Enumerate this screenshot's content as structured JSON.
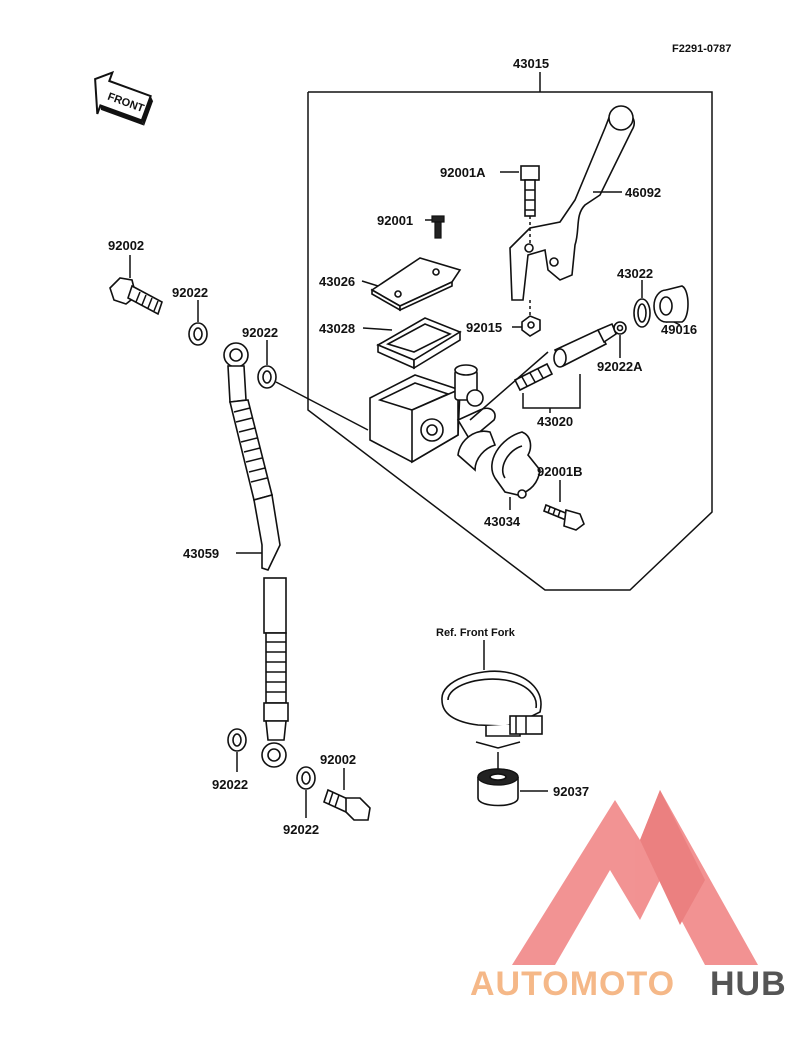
{
  "diagram_code": "F2291-0787",
  "direction_label": "FRONT",
  "reference_label": "Ref. Front Fork",
  "part_numbers": {
    "master_cylinder_assy": "43015",
    "lever_bolt": "92001A",
    "lever": "46092",
    "cap_screw": "92001",
    "reservoir_cap": "43026",
    "diaphragm": "43028",
    "lever_nut": "92015",
    "piston_ring": "43022",
    "dust_boot": "49016",
    "piston_washer": "92022A",
    "piston_set": "43020",
    "clamp_bolt": "92001B",
    "clamp": "43034",
    "banjo_bolt_upper": "92002",
    "washer_a": "92022",
    "washer_b": "92022",
    "hose": "43059",
    "washer_c": "92022",
    "banjo_bolt_lower": "92002",
    "washer_d": "92022",
    "grommet": "92037"
  },
  "watermark": {
    "part1": "AUTOMOTO",
    "part2": "HUB",
    "color_light": "#f5b888",
    "color_pink": "#f08080",
    "color_dark": "#555555"
  }
}
